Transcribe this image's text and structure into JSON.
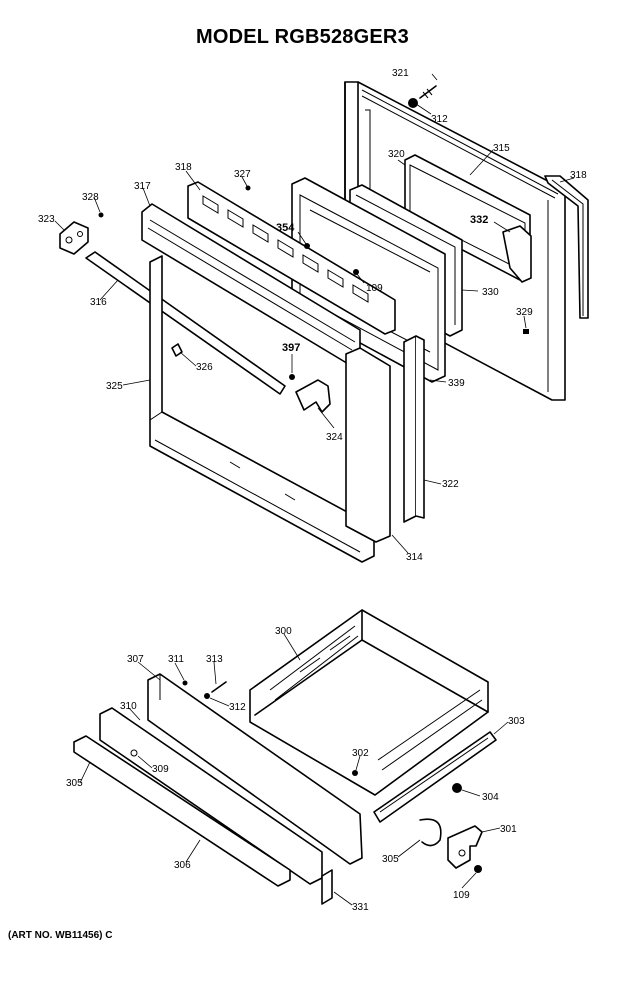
{
  "title": "MODEL RGB528GER3",
  "art_number": "(ART NO. WB11456) C",
  "parts": {
    "p321": "321",
    "p312a": "312",
    "p320": "320",
    "p315": "315",
    "p318r": "318",
    "p318": "318",
    "p327": "327",
    "p328": "328",
    "p317": "317",
    "p323": "323",
    "p354": "354",
    "p332": "332",
    "p109a": "109",
    "p330": "330",
    "p316": "316",
    "p329": "329",
    "p397": "397",
    "p326": "326",
    "p339": "339",
    "p325": "325",
    "p324": "324",
    "p322": "322",
    "p314": "314",
    "p300": "300",
    "p307": "307",
    "p311": "311",
    "p313": "313",
    "p312b": "312",
    "p310": "310",
    "p309": "309",
    "p305b": "305",
    "p303": "303",
    "p302": "302",
    "p304": "304",
    "p301": "301",
    "p305": "305",
    "p306": "306",
    "p331": "331",
    "p109b": "109"
  }
}
